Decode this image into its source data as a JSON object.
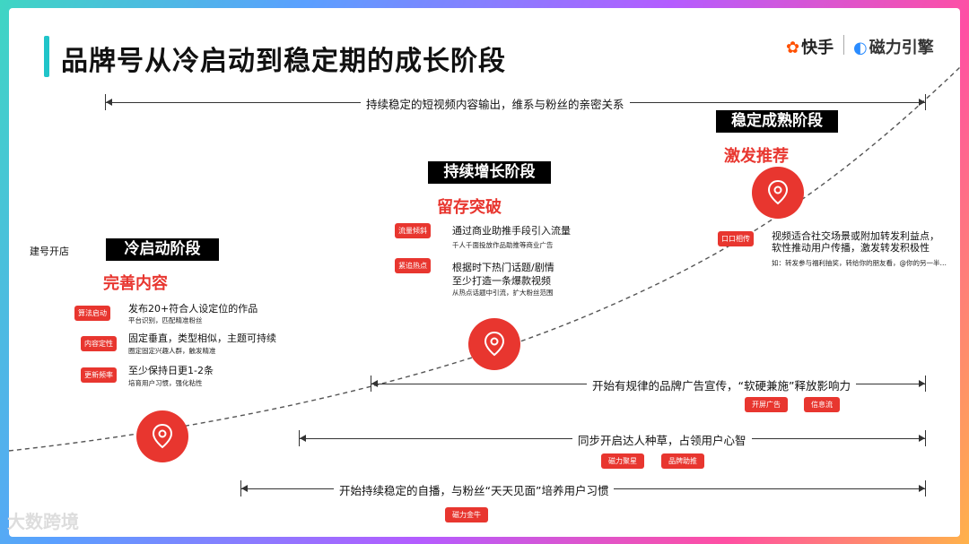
{
  "header": {
    "title": "品牌号从冷启动到稳定期的成长阶段",
    "logo_kuaishou": "快手",
    "logo_cili": "磁力引擎"
  },
  "watermark": "大数跨境",
  "top_span": "持续稳定的短视频内容输出，维系与粉丝的亲密关系",
  "start_label": "建号开店",
  "stages": [
    {
      "name": "冷启动阶段",
      "headline": "完善内容",
      "items": [
        {
          "tag": "算法启动",
          "text": "发布20+符合人设定位的作品",
          "sub": "平台识别，匹配精准粉丝"
        },
        {
          "tag": "内容定性",
          "text": "固定垂直，类型相似，主题可持续",
          "sub": "圈定固定兴趣人群，触发精准"
        },
        {
          "tag": "更新频率",
          "text": "至少保持日更1-2条",
          "sub": "培育用户习惯，强化粘性"
        }
      ]
    },
    {
      "name": "持续增长阶段",
      "headline": "留存突破",
      "items": [
        {
          "tag": "流量倾斜",
          "text": "通过商业助推手段引入流量",
          "sub": "千人千面投放作品助推等商业广告"
        },
        {
          "tag": "紧追热点",
          "text": "根据时下热门话题/剧情",
          "text2": "至少打造一条爆款视频",
          "sub": "从热点话题中引流，扩大粉丝范围"
        }
      ]
    },
    {
      "name": "稳定成熟阶段",
      "headline": "激发推荐",
      "items": [
        {
          "tag": "口口相传",
          "text": "视频适合社交场景或附加转发利益点，",
          "text2": "软性推动用户传播，激发转发积极性",
          "sub": "如：转发参与福利抽奖，转给你的朋友看，@你的另一半…"
        }
      ]
    }
  ],
  "bottom_spans": [
    {
      "text": "开始有规律的品牌广告宣传，“软硬兼施”释放影响力",
      "tags": [
        "开屏广告",
        "信息流"
      ]
    },
    {
      "text": "同步开启达人种草，占领用户心智",
      "tags": [
        "磁力聚星",
        "品牌助推"
      ]
    },
    {
      "text": "开始持续稳定的自播，与粉丝“天天见面”培养用户习惯",
      "tags": [
        "磁力金牛"
      ]
    }
  ],
  "icons": [
    "kuaishou-logo-icon",
    "cili-logo-icon",
    "location-pin-icon"
  ],
  "colors": {
    "accent": "#20c4c9",
    "red": "#e8362f",
    "black": "#000000"
  }
}
